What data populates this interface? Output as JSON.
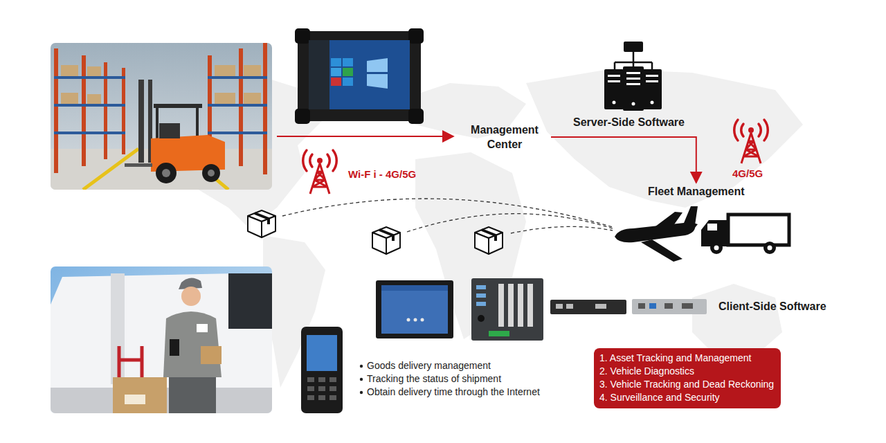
{
  "diagram": {
    "nodes": [
      {
        "text": [
          "Management Center"
        ]
      },
      {
        "text": [
          "Fleet Management"
        ]
      },
      {
        "text": [
          "1. Asset Tracking and Management",
          "2. Vehicle Diagnostics",
          "3. Vehicle Tracking and Dead Reckoning",
          "4. Surveillance and Security"
        ]
      }
    ],
    "edges": [
      {
        "from": 0,
        "to": 1,
        "arrow": "to"
      }
    ],
    "labels": [
      "Server-Side Software",
      "Wi-F i - 4G/5G",
      "4G/5G",
      "Client-Side Software",
      "Goods delivery management",
      "Tracking the status of shipment",
      "Obtain delivery time through the Internet"
    ]
  }
}
